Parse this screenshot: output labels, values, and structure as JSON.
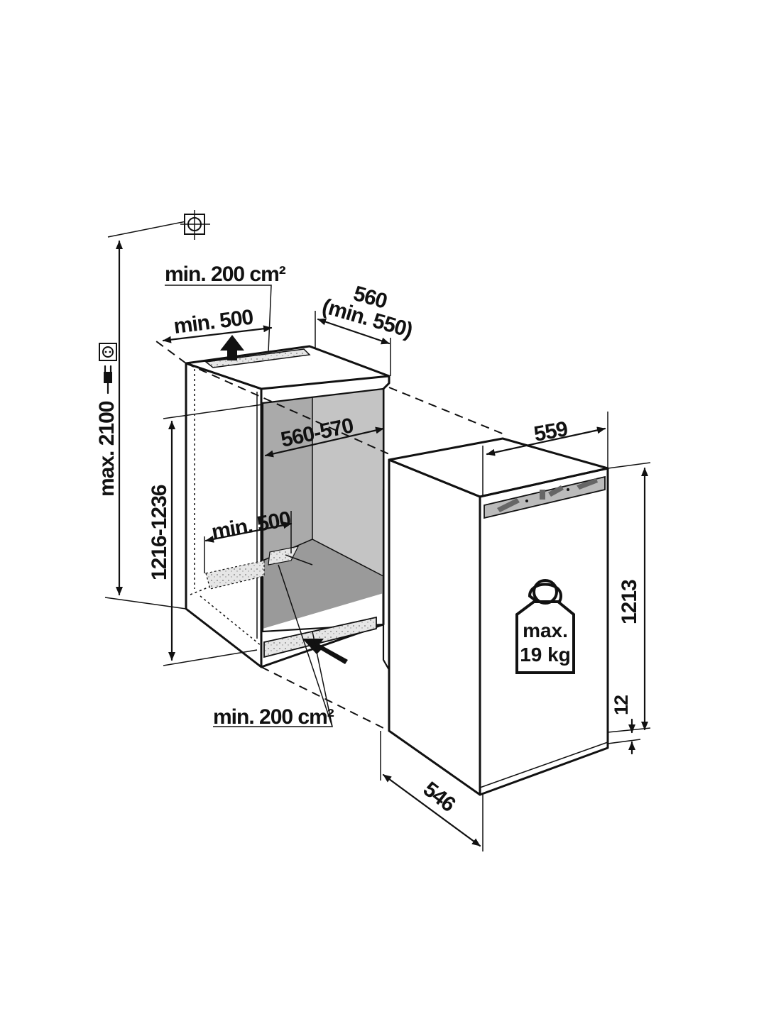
{
  "dimensions": {
    "top_vent": "min. 200 cm²",
    "top_width": "min. 500",
    "niche_depth": "560",
    "niche_depth_min": "(min. 550)",
    "niche_width": "560-570",
    "max_height": "max. 2100",
    "niche_height": "1216-1236",
    "floor_depth": "min. 500",
    "bottom_vent": "min. 200 cm²",
    "appliance_width": "559",
    "appliance_height": "1213",
    "plinth": "12",
    "appliance_depth": "546"
  },
  "weight_label": {
    "line1": "max.",
    "line2": "19 kg"
  },
  "icons": [
    "socket-icon",
    "plug-icon",
    "wall-outlet-icon",
    "air-flow-arrow-icon",
    "weight-icon"
  ]
}
